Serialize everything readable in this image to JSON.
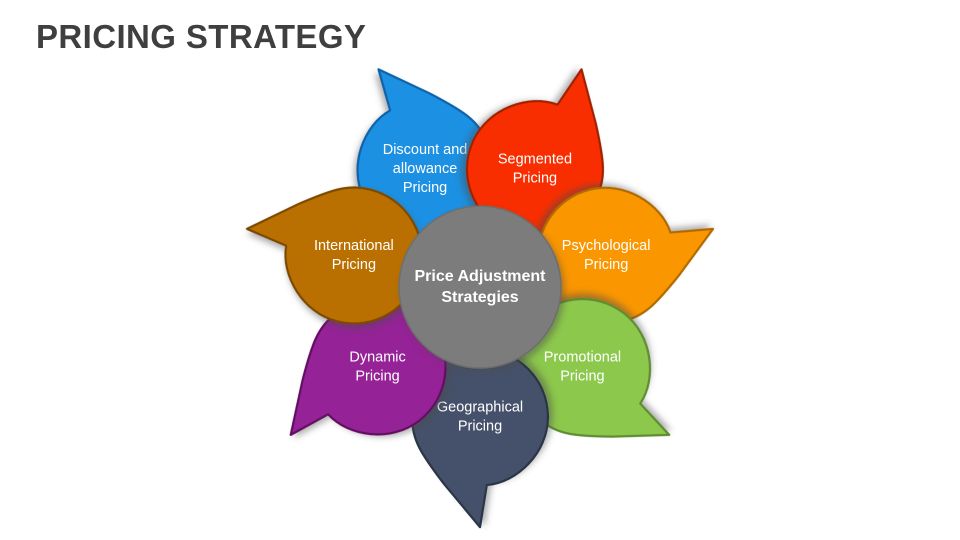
{
  "slide": {
    "title": "PRICING STRATEGY",
    "title_color": "#3f3f3f",
    "background_color": "#ffffff"
  },
  "diagram": {
    "type": "petal-radial-diagram",
    "center": {
      "label_line1": "Price Adjustment",
      "label_line2": "Strategies",
      "fill": "#7c7c7c",
      "stroke": "#6e6e6e",
      "text_color": "#ffffff"
    },
    "petals": [
      {
        "id": "discount-and-allowance-pricing",
        "lines": [
          "Discount and",
          "allowance",
          "Pricing"
        ],
        "fill": "#1e90e2",
        "stroke": "#0f62a8",
        "text_color": "#ffffff",
        "angle": -115
      },
      {
        "id": "segmented-pricing",
        "lines": [
          "Segmented",
          "Pricing"
        ],
        "fill": "#f92d06",
        "stroke": "#9e2406",
        "text_color": "#ffffff",
        "angle": -65
      },
      {
        "id": "psychological-pricing",
        "lines": [
          "Psychological",
          "Pricing"
        ],
        "fill": "#fa9600",
        "stroke": "#b06a02",
        "text_color": "#ffffff",
        "angle": -14
      },
      {
        "id": "promotional-pricing",
        "lines": [
          "Promotional",
          "Pricing"
        ],
        "fill": "#8cc84b",
        "stroke": "#5f8c32",
        "text_color": "#ffffff",
        "angle": 38
      },
      {
        "id": "geographical-pricing",
        "lines": [
          "Geographical",
          "Pricing"
        ],
        "fill": "#44516a",
        "stroke": "#2c3547",
        "text_color": "#ffffff",
        "angle": 90
      },
      {
        "id": "dynamic-pricing",
        "lines": [
          "Dynamic",
          "Pricing"
        ],
        "fill": "#952196",
        "stroke": "#621162",
        "text_color": "#ffffff",
        "angle": 142
      },
      {
        "id": "international-pricing",
        "lines": [
          "International",
          "Pricing"
        ],
        "fill": "#b96f05",
        "stroke": "#7d4a03",
        "text_color": "#ffffff",
        "angle": 194
      }
    ]
  }
}
